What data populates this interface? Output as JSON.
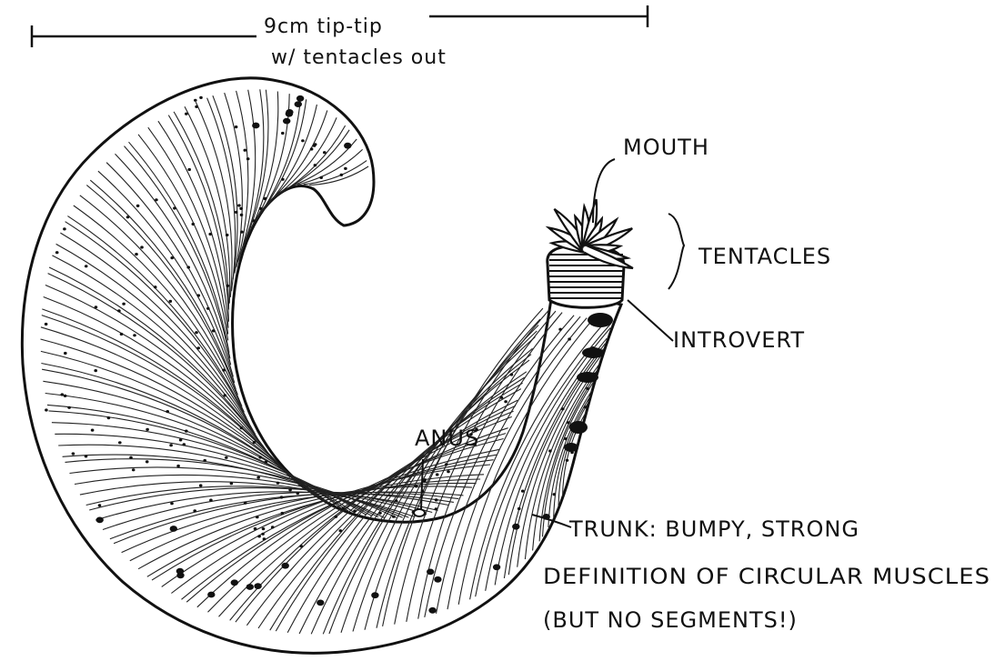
{
  "scale_bar": {
    "line1": "9cm tip-tip",
    "line2": "w/ tentacles out"
  },
  "labels": {
    "mouth": "MOUTH",
    "tentacles": "TENTACLES",
    "introvert": "INTROVERT",
    "anus": "ANUS",
    "trunk_line1": "TRUNK: BUMPY, STRONG",
    "trunk_line2": "DEFINITION OF CIRCULAR MUSCLES",
    "trunk_line3": "(BUT NO SEGMENTS!)"
  },
  "colors": {
    "ink": "#111111",
    "paper": "#ffffff"
  }
}
